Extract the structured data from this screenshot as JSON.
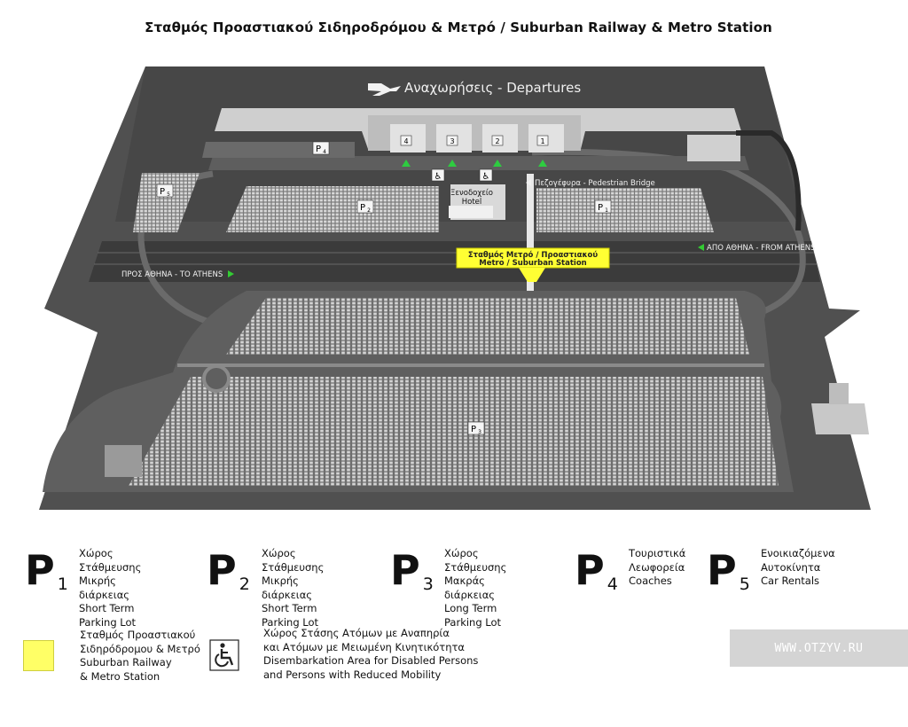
{
  "title": "Σταθμός Προαστιακού Σιδηροδρόμου & Μετρό / Suburban Railway & Metro Station",
  "map": {
    "departures": "Αναχωρήσεις - Departures",
    "gates": [
      "4",
      "3",
      "2",
      "1"
    ],
    "pedestrian_bridge": "Πεζογέφυρα - Pedestrian Bridge",
    "hotel_line1": "Ξενοδοχείο",
    "hotel_line2": "Hotel",
    "station_line1": "Σταθμός Μετρό / Προαστιακού",
    "station_line2": "Metro / Suburban Station",
    "from_athens": "ΑΠΟ ΑΘΗΝΑ - FROM ATHENS",
    "to_athens": "ΠΡΟΣ ΑΘΗΝΑ - TO ATHENS",
    "parking_labels": {
      "p1": {
        "letter": "P",
        "num": "1"
      },
      "p2": {
        "letter": "P",
        "num": "2"
      },
      "p3": {
        "letter": "P",
        "num": "3"
      },
      "p4": {
        "letter": "P",
        "num": "4"
      },
      "p5": {
        "letter": "P",
        "num": "5"
      }
    }
  },
  "legend": {
    "p1": {
      "letter": "P",
      "num": "1",
      "line1": "Χώρος Στάθμευσης",
      "line2": "Μικρής διάρκειας",
      "line3": "Short Term Parking Lot"
    },
    "p2": {
      "letter": "P",
      "num": "2",
      "line1": "Χώρος Στάθμευσης",
      "line2": "Μικρής διάρκειας",
      "line3": "Short Term Parking Lot"
    },
    "p3": {
      "letter": "P",
      "num": "3",
      "line1": "Χώρος Στάθμευσης",
      "line2": "Μακράς διάρκειας",
      "line3": "Long Term Parking Lot"
    },
    "p4": {
      "letter": "P",
      "num": "4",
      "line1": "Τουριστικά",
      "line2": "Λεωφορεία",
      "line3": "Coaches"
    },
    "p5": {
      "letter": "P",
      "num": "5",
      "line1": "Ενοικιαζόμενα",
      "line2": "Αυτοκίνητα",
      "line3": "Car Rentals"
    },
    "station": {
      "line1": "Σταθμός Προαστιακού",
      "line2": "Σιδηρόδρομου & Μετρό",
      "line3": "Suburban Railway",
      "line4": "& Metro Station"
    },
    "disabled": {
      "line1": "Χώρος Στάσης Ατόμων με Αναπηρία",
      "line2": "και Ατόμων με Μειωμένη Κινητικότητα",
      "line3": "Disembarkation Area for Disabled Persons",
      "line4": "and Persons with Reduced Mobility"
    }
  },
  "watermark": "WWW.OTZYV.RU",
  "colors": {
    "map_dark": "#444444",
    "map_mid": "#5a5a5a",
    "parking_light": "#b8b8b8",
    "terminal": "#c9c9c9",
    "station_yellow": "#ffff33",
    "gate_marker": "#2ecc40",
    "arrow_green": "#33cc33"
  },
  "icons": {
    "airplane": "airplane-icon",
    "wheelchair": "wheelchair-icon",
    "arrow_left": "arrow-left-icon",
    "arrow_right": "arrow-right-icon"
  }
}
